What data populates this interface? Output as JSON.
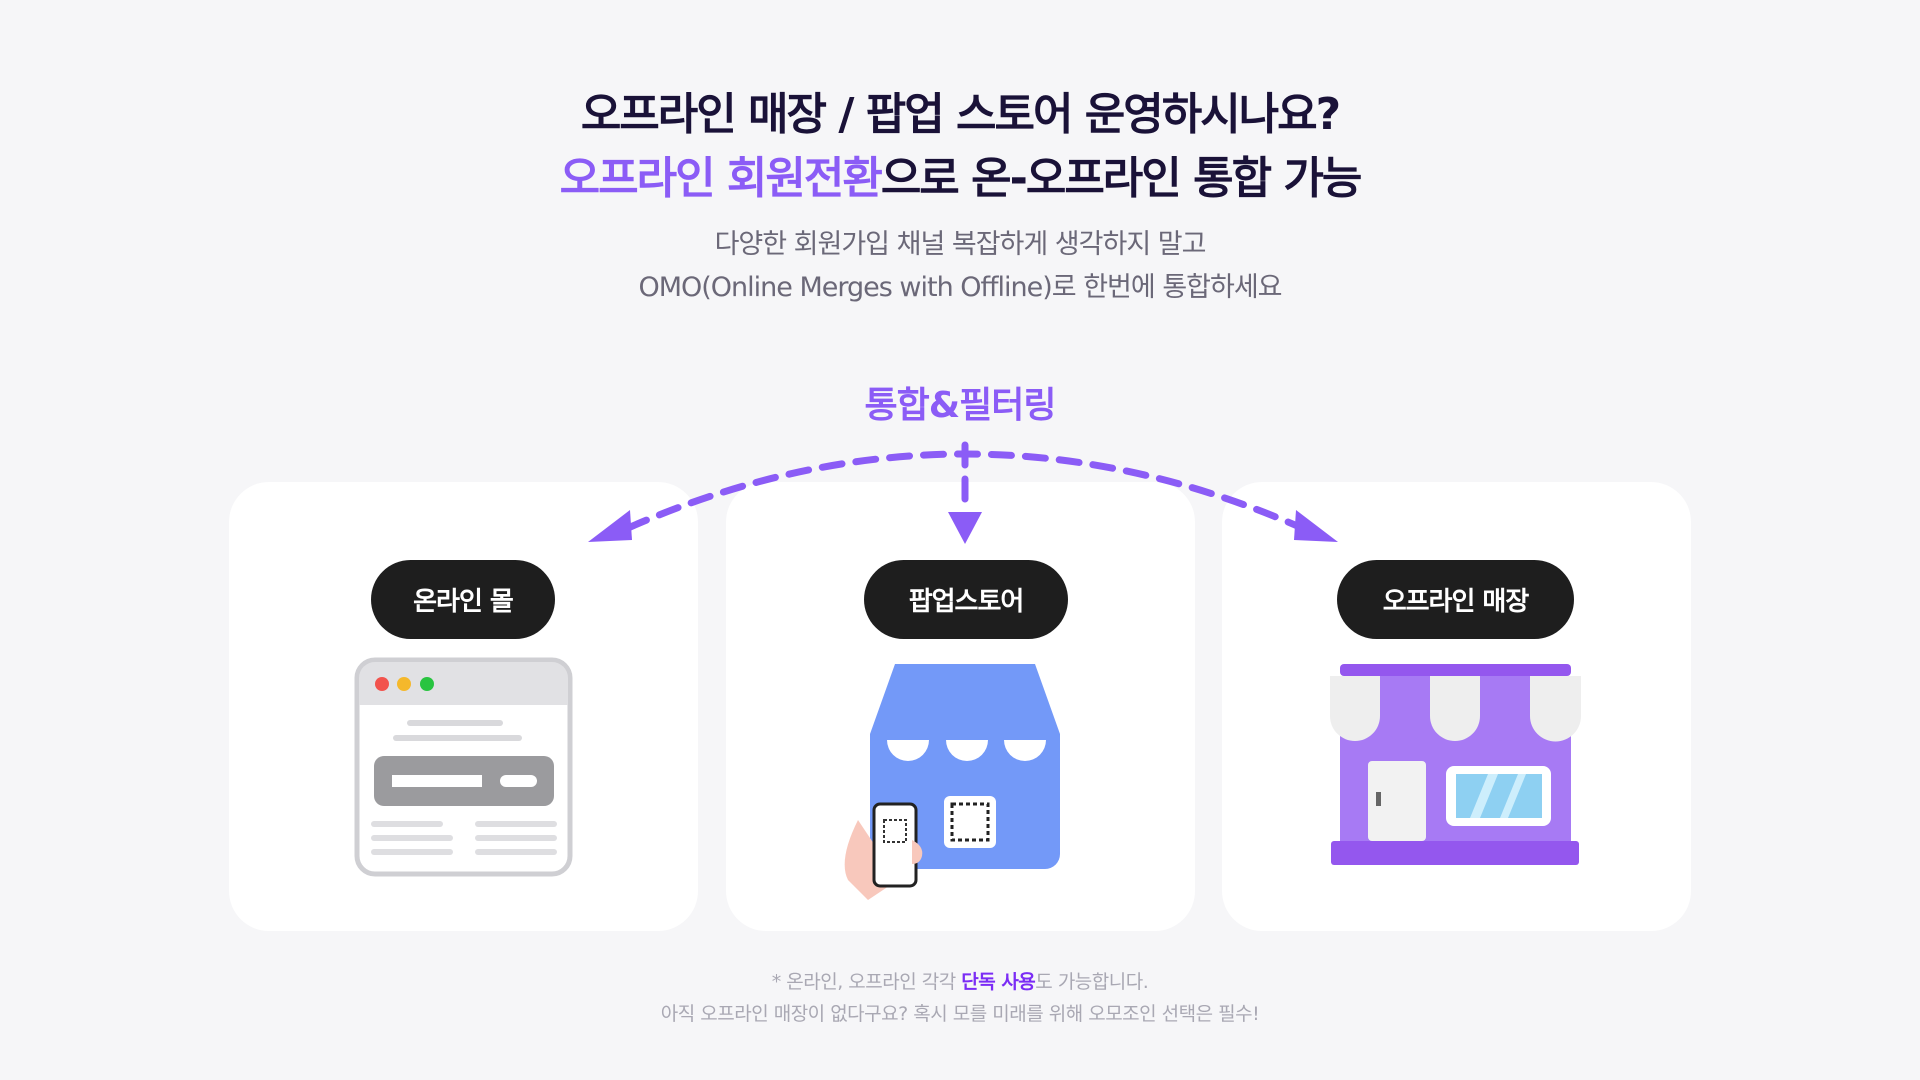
{
  "headline": {
    "line1": "오프라인 매장 / 팝업 스토어 운영하시나요?",
    "line2_highlight": "오프라인 회원전환",
    "line2_rest": "으로 온-오프라인 통합 가능"
  },
  "subtitle": {
    "line1": "다양한 회원가입 채널 복잡하게 생각하지 말고",
    "line2": "OMO(Online Merges with Offline)로 한번에 통합하세요"
  },
  "center_label": "통합&필터링",
  "cards": [
    {
      "label": "온라인 몰",
      "icon": "browser-window-icon"
    },
    {
      "label": "팝업스토어",
      "icon": "popup-store-qr-icon"
    },
    {
      "label": "오프라인 매장",
      "icon": "storefront-icon"
    }
  ],
  "footnote": {
    "line1_pre": "* 온라인, 오프라인 각각 ",
    "line1_bold": "단독 사용",
    "line1_post": "도 가능합니다.",
    "line2": "아직 오프라인 매장이 없다구요? 혹시 모를 미래를 위해 오모조인 선택은 필수!"
  },
  "colors": {
    "accent": "#8b5cf6",
    "dark": "#1a1238",
    "blue": "#7399f8"
  }
}
